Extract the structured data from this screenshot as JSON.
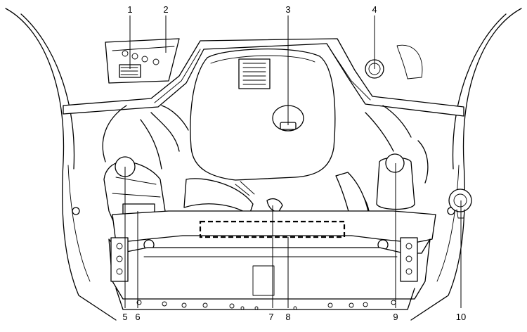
{
  "callouts": [
    {
      "id": 1,
      "label": "1"
    },
    {
      "id": 2,
      "label": "2"
    },
    {
      "id": 3,
      "label": "3"
    },
    {
      "id": 4,
      "label": "4"
    },
    {
      "id": 5,
      "label": "5"
    },
    {
      "id": 6,
      "label": "6"
    },
    {
      "id": 7,
      "label": "7"
    },
    {
      "id": 8,
      "label": "8"
    },
    {
      "id": 9,
      "label": "9"
    },
    {
      "id": 10,
      "label": "10"
    }
  ],
  "colors": {
    "ink": "#000000",
    "background": "#ffffff"
  }
}
